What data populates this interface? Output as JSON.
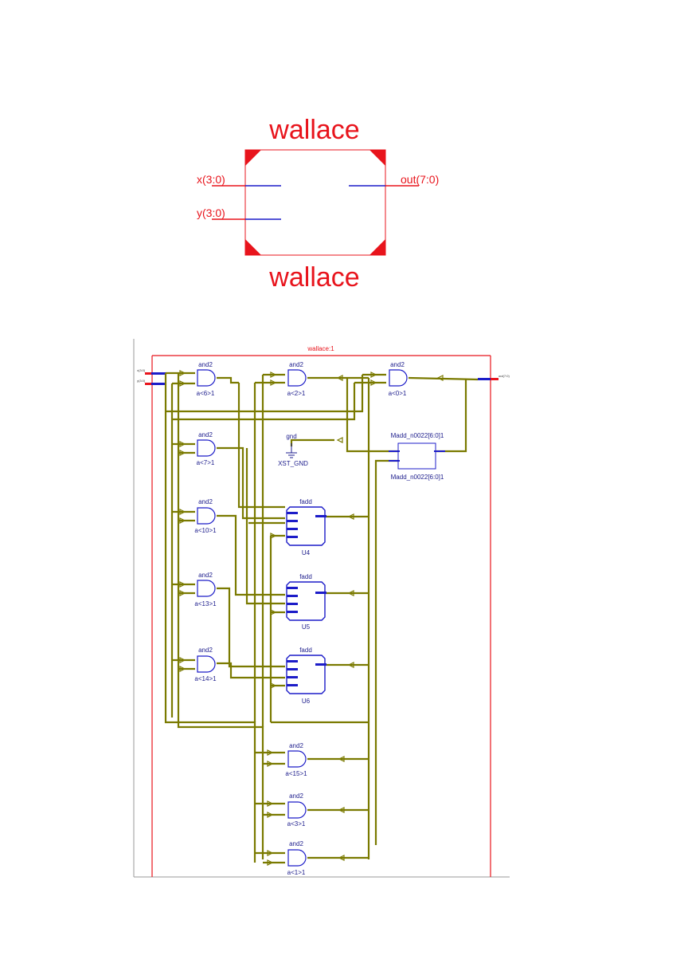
{
  "symbol": {
    "title_top": "wallace",
    "title_bottom": "wallace",
    "port_x": "x(3:0)",
    "port_y": "y(3:0)",
    "port_out": "out(7:0)"
  },
  "schematic": {
    "frame_label": "wallace:1",
    "gates": [
      {
        "type": "and2",
        "name": "a<6>1"
      },
      {
        "type": "and2",
        "name": "a<2>1"
      },
      {
        "type": "and2",
        "name": "a<0>1"
      },
      {
        "type": "and2",
        "name": "a<7>1"
      },
      {
        "type": "and2",
        "name": "a<10>1"
      },
      {
        "type": "and2",
        "name": "a<13>1"
      },
      {
        "type": "and2",
        "name": "a<14>1"
      },
      {
        "type": "and2",
        "name": "a<15>1"
      },
      {
        "type": "and2",
        "name": "a<3>1"
      },
      {
        "type": "and2",
        "name": "a<1>1"
      }
    ],
    "gnd": {
      "type": "gnd",
      "name": "XST_GND"
    },
    "adder": {
      "type": "Madd_n0022[6:0]1",
      "name": "Madd_n0022[6:0]1"
    },
    "fadds": [
      {
        "type": "fadd",
        "name": "U4"
      },
      {
        "type": "fadd",
        "name": "U5"
      },
      {
        "type": "fadd",
        "name": "U6"
      }
    ]
  }
}
